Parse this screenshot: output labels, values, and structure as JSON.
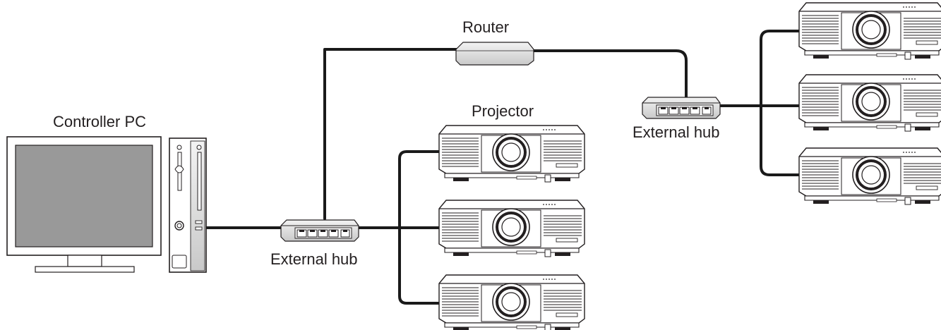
{
  "labels": {
    "router": "Router",
    "controller_pc": "Controller PC",
    "projector": "Projector",
    "external_hub_left": "External hub",
    "external_hub_right": "External hub"
  },
  "colors": {
    "cable": "#1a1a1a",
    "screen": "#999999",
    "device_body": "#e6e6e6",
    "outline": "#231f20"
  },
  "icons": [
    "monitor-icon",
    "pc-tower-icon",
    "hub-icon",
    "router-icon",
    "projector-icon"
  ]
}
